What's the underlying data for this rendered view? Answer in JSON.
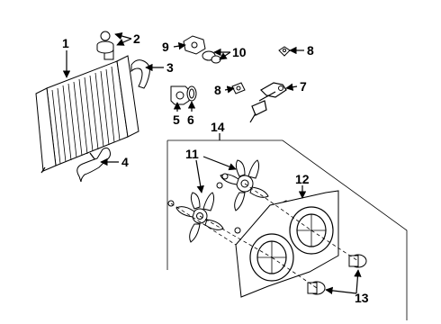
{
  "callouts": {
    "c1": "1",
    "c2": "2",
    "c3": "3",
    "c4": "4",
    "c5": "5",
    "c6": "6",
    "c7": "7",
    "c8a": "8",
    "c8b": "8",
    "c9": "9",
    "c10": "10",
    "c11": "11",
    "c12": "12",
    "c13": "13",
    "c14": "14"
  }
}
